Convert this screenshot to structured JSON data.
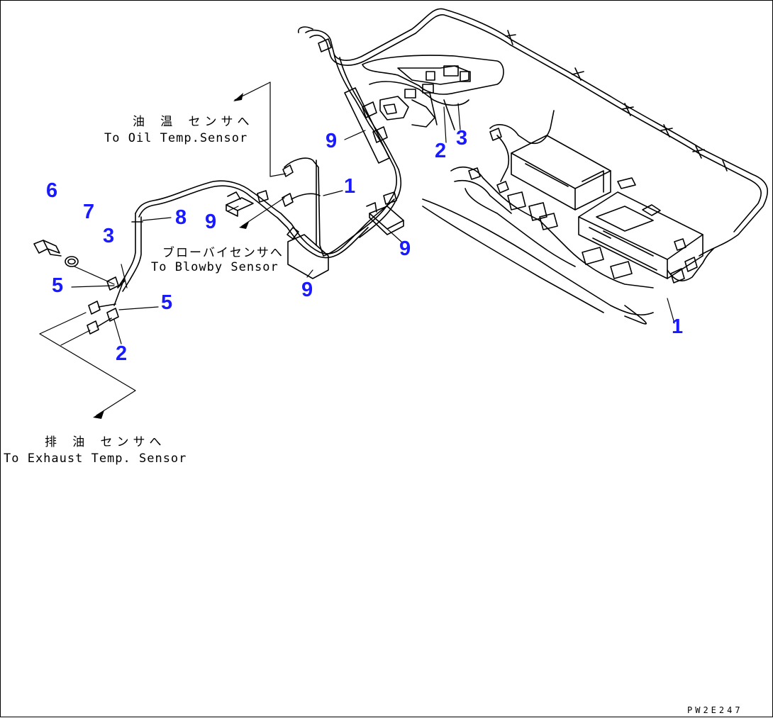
{
  "labels": {
    "oil_temp_jp": "油 温 センサへ",
    "oil_temp_en": "To Oil Temp.Sensor",
    "blowby_jp": "ブローバイセンサへ",
    "blowby_en": "To Blowby Sensor",
    "exhaust_jp": "排 油 センサへ",
    "exhaust_en": "To Exhaust Temp. Sensor"
  },
  "callouts": [
    "6",
    "7",
    "3",
    "5",
    "5",
    "2",
    "8",
    "9",
    "1",
    "9",
    "9",
    "9",
    "2",
    "3",
    "1"
  ],
  "drawing_code": "PW2E247",
  "colors": {
    "callout": "#1a1aff",
    "line": "#000000"
  }
}
